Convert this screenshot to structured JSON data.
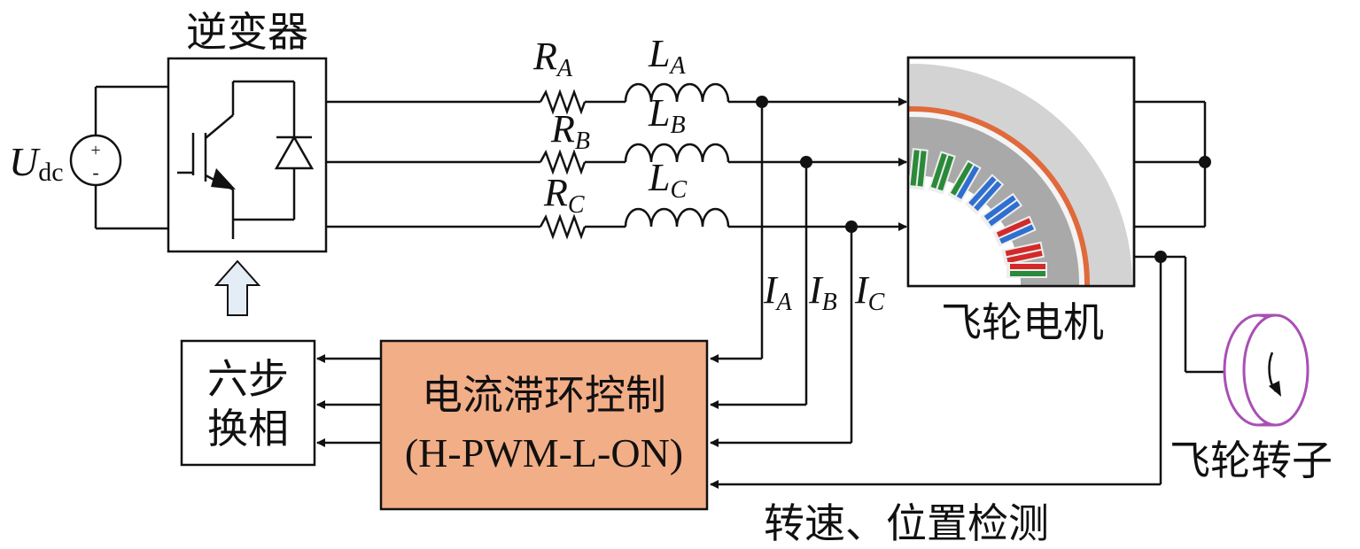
{
  "inverter_label": "逆变器",
  "source": {
    "main": "U",
    "sub": "dc",
    "plus": "+",
    "minus": "-"
  },
  "resistors": [
    {
      "main": "R",
      "sub": "A"
    },
    {
      "main": "R",
      "sub": "B"
    },
    {
      "main": "R",
      "sub": "C"
    }
  ],
  "inductors": [
    {
      "main": "L",
      "sub": "A"
    },
    {
      "main": "L",
      "sub": "B"
    },
    {
      "main": "L",
      "sub": "C"
    }
  ],
  "currents": [
    {
      "main": "I",
      "sub": "A"
    },
    {
      "main": "I",
      "sub": "B"
    },
    {
      "main": "I",
      "sub": "C"
    }
  ],
  "motor_label": "飞轮电机",
  "commutation_label_line1": "六步",
  "commutation_label_line2": "换相",
  "controller_label_line1": "电流滞环控制",
  "controller_label_line2": "(H-PWM-L-ON)",
  "rotor_label": "飞轮转子",
  "feedback_label": "转速、位置检测",
  "colors": {
    "controller_fill": "#f2ae87",
    "rotor": "#a94fb5",
    "arrow_fill": "#e4ecf5",
    "stator": "#b3b3b3",
    "magnet": "#e06a3b",
    "phase_a": "#2a8a3a",
    "phase_b": "#2f6fd0",
    "phase_c": "#d22a2a"
  }
}
